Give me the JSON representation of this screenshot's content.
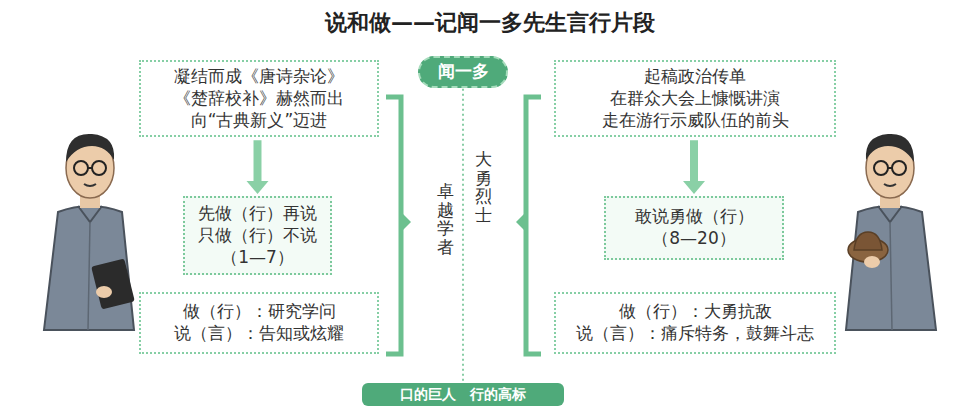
{
  "diagram": {
    "title": "说和做——记闻一多先生言行片段",
    "nodes": [
      {
        "text": [
          "闻一多"
        ]
      },
      {
        "text": [
          "凝结而成《唐诗杂论》",
          "《楚辞校补》赫然而出",
          "向“古典新义”迈进"
        ]
      },
      {
        "text": [
          "起稿政治传单",
          "在群众大会上慷慨讲演",
          "走在游行示威队伍的前头"
        ]
      },
      {
        "text": [
          "先做（行）再说",
          "只做（行）不说",
          "（1—7）"
        ]
      },
      {
        "text": [
          "敢说勇做（行）",
          "（8—20）"
        ]
      },
      {
        "text": [
          "做（行）：研究学问",
          "说（言）：告知或炫耀"
        ]
      },
      {
        "text": [
          "做（行）：大勇抗敌",
          "说（言）：痛斥特务，鼓舞斗志"
        ]
      },
      {
        "text": [
          "口的巨人　行的高标"
        ]
      }
    ],
    "edges": [
      {
        "from": 1,
        "to": 3,
        "arrow": "to"
      },
      {
        "from": 2,
        "to": 4,
        "arrow": "to"
      },
      {
        "from": 0,
        "to": 7,
        "arrow": "none"
      }
    ],
    "labels": [
      "卓越学者",
      "大勇烈士"
    ]
  }
}
